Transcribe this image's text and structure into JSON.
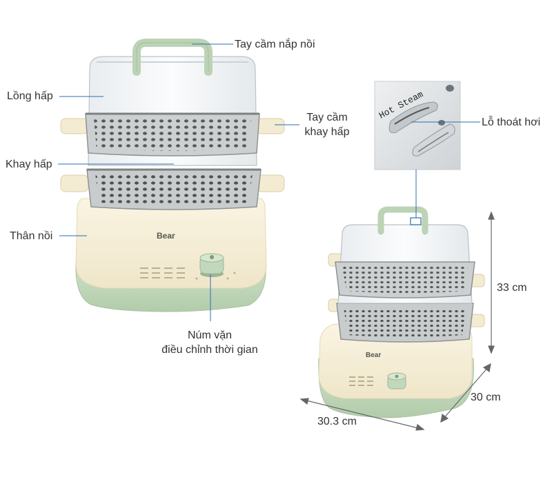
{
  "labels": {
    "lid_handle": "Tay cầm nắp nồi",
    "steam_cage": "Lồng hấp",
    "tray_handle_line1": "Tay cầm",
    "tray_handle_line2": "khay hấp",
    "steam_tray": "Khay hấp",
    "body": "Thân nồi",
    "knob_line1": "Núm vặn",
    "knob_line2": "điều chỉnh thời gian",
    "steam_vent": "Lỗ thoát hơi"
  },
  "inset": {
    "text": "Hot Steam"
  },
  "brand": {
    "main": "Bear",
    "small": "Bear"
  },
  "dimensions": {
    "height": "33 cm",
    "depth": "30 cm",
    "width": "30.3 cm"
  },
  "colors": {
    "body_cream": "#f7f0da",
    "base_green": "#c8dcc2",
    "handle_green": "#bcd3b6",
    "tray_gray": "#a7aaab",
    "leader_line": "#2b6cb0",
    "text": "#333333"
  }
}
